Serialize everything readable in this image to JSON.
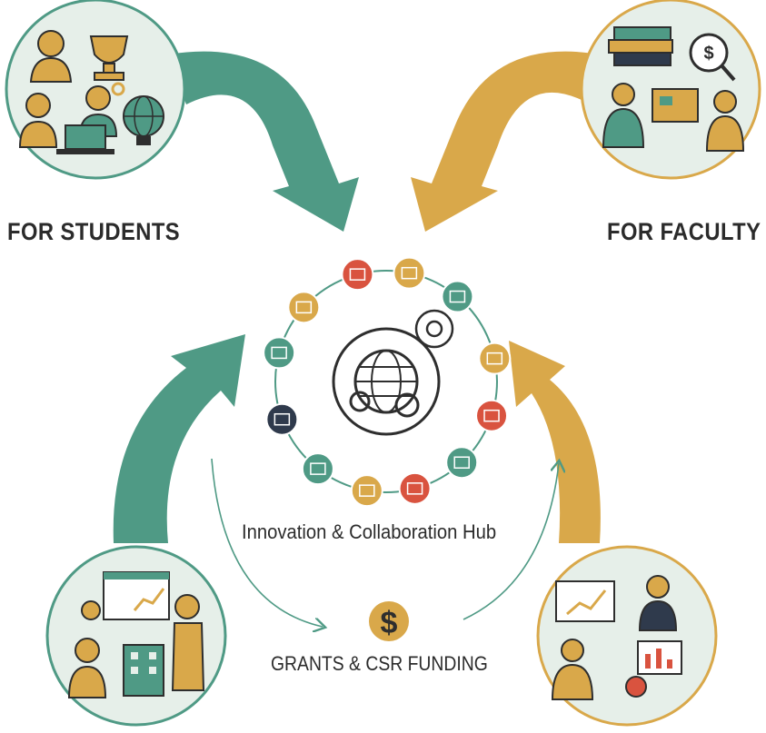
{
  "labels": {
    "students": "FOR STUDENTS",
    "faculty": "FOR FACULTY",
    "hub": "Innovation & Collaboration Hub",
    "grants": "GRANTS & CSR FUNDING",
    "dollar": "$"
  },
  "colors": {
    "teal": "#4f9a85",
    "gold": "#d9a84a",
    "dark": "#2e2e2e",
    "circle_fill": "#e6efe9",
    "red": "#d9533f",
    "navy": "#2f3a4c"
  },
  "icons": {
    "top_left_circle": [
      "person-icon",
      "trophy-icon",
      "laptop-icon",
      "globe-icon",
      "gear-icon"
    ],
    "top_right_circle": [
      "books-icon",
      "magnifier-dollar-icon",
      "presentation-board-icon",
      "person-icon"
    ],
    "bottom_left_circle": [
      "chart-board-icon",
      "building-icon",
      "person-icon"
    ],
    "bottom_right_circle": [
      "chart-board-icon",
      "person-icon"
    ],
    "hub_center": "globe-gears-icon",
    "grants": "dollar-coin-icon"
  }
}
